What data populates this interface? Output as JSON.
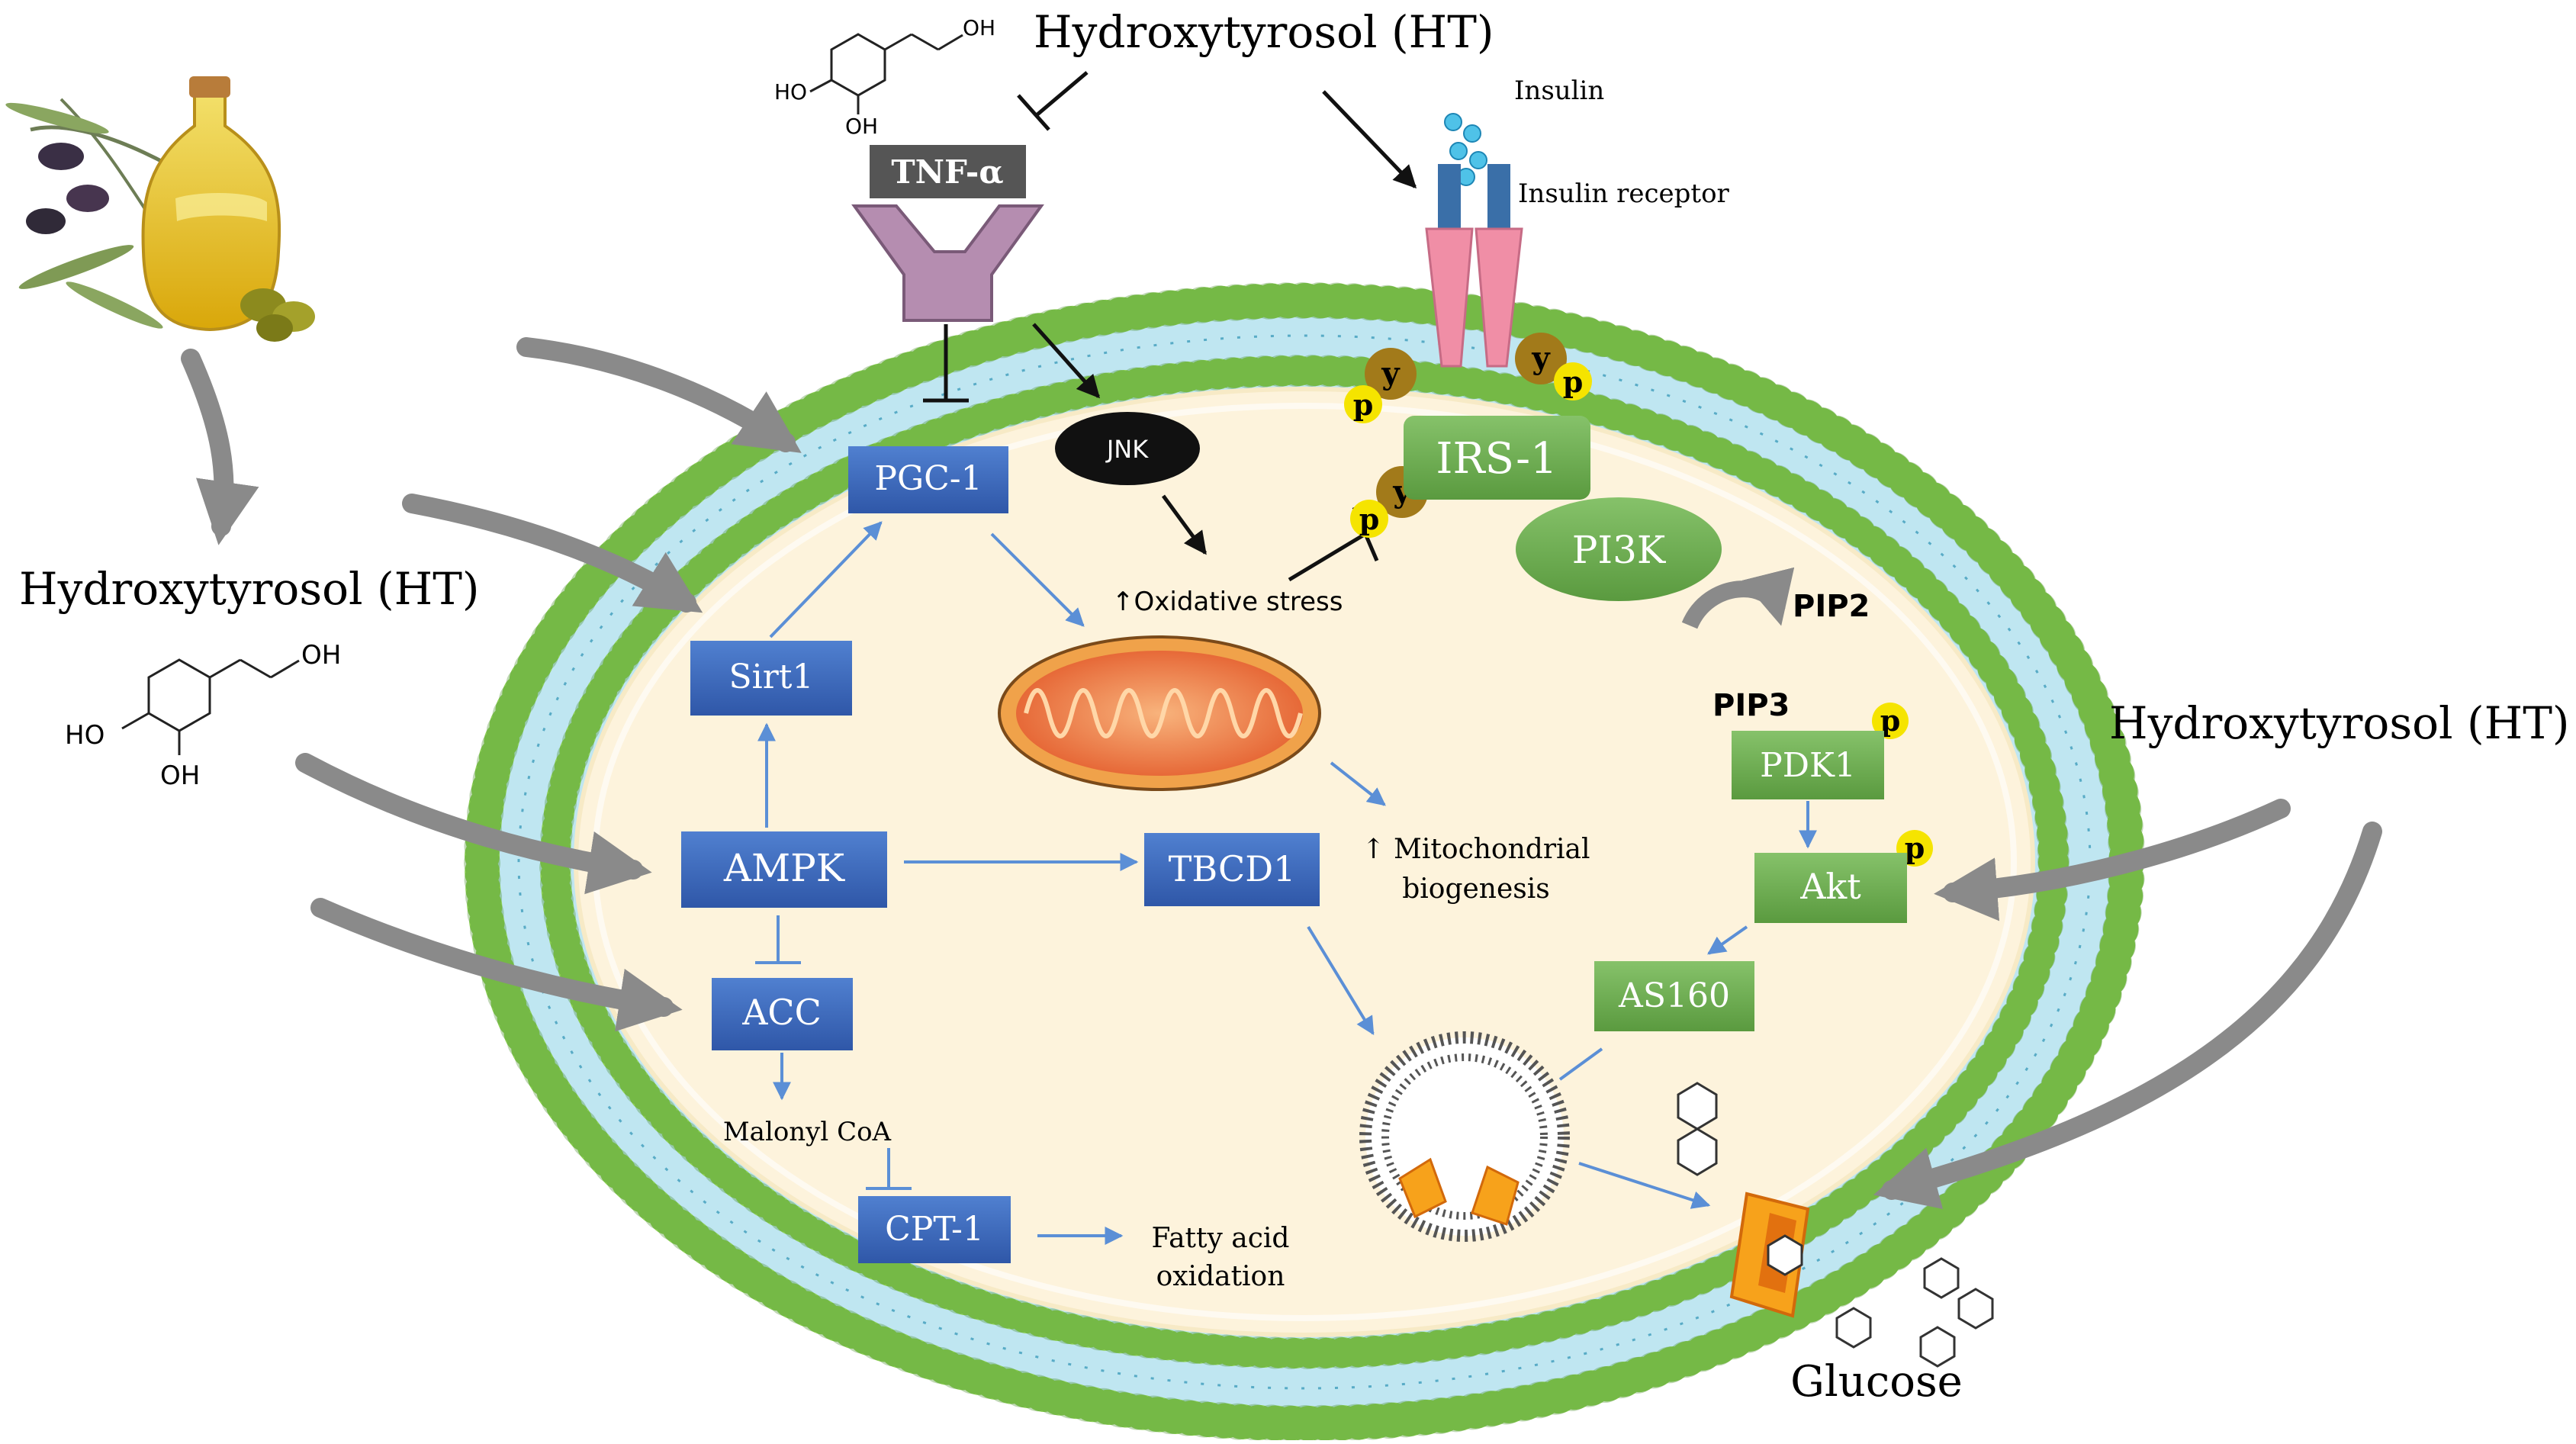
{
  "labels": {
    "ht_top": "Hydroxytyrosol (HT)",
    "ht_left": "Hydroxytyrosol (HT)",
    "ht_right": "Hydroxytyrosol (HT)",
    "insulin": "Insulin",
    "insulin_receptor": "Insulin receptor",
    "tnf": "TNF-α",
    "jnk": "JNK",
    "irs1": "IRS-1",
    "pi3k": "PI3K",
    "pip2": "PIP2",
    "pip3": "PIP3",
    "pdk1": "PDK1",
    "akt": "Akt",
    "as160": "AS160",
    "pgc1": "PGC-1",
    "sirt1": "Sirt1",
    "ampk": "AMPK",
    "acc": "ACC",
    "tbcd1": "TBCD1",
    "cpt1": "CPT-1",
    "malonyl": "Malonyl CoA",
    "fa_line1": "Fatty acid",
    "fa_line2": "oxidation",
    "ox_stress": "↑Oxidative stress",
    "mito_line1": "↑ Mitochondrial",
    "mito_line2": "biogenesis",
    "glucose": "Glucose",
    "p": "p",
    "y": "y",
    "oh": "OH",
    "ho": "HO"
  },
  "colors": {
    "blue_box": "#3a63b8",
    "green_box": "#6aa84f",
    "membrane_head": "#8fce4a",
    "membrane_tail": "#7cc8de",
    "cytoplasm": "#fdf3dc",
    "phospho": "#f5e400",
    "tyrosine": "#a27a1a",
    "receptor_pink": "#f08ea6",
    "tnf_receptor": "#b58db0"
  }
}
